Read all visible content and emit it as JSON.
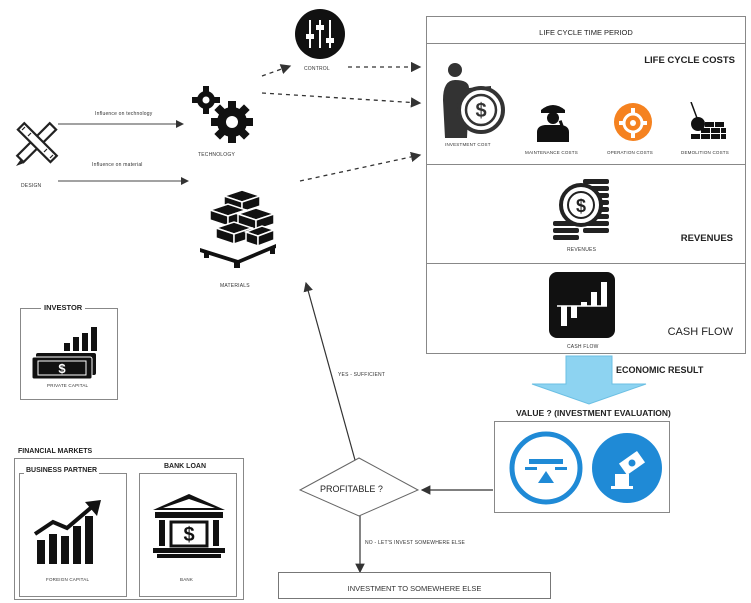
{
  "design": {
    "label": "DESIGN"
  },
  "technology": {
    "label": "TECHNOLOGY"
  },
  "control": {
    "label": "CONTROL"
  },
  "materials": {
    "label": "MATERIALS"
  },
  "edges": {
    "design_tech": "Influence on technology",
    "design_materials": "Influence on material",
    "profit_yes": "YES - SUFFICIENT",
    "profit_no": "NO - LET'S INVEST SOMEWHERE ELSE"
  },
  "lifecycle": {
    "period_title": "LIFE CYCLE TIME PERIOD",
    "costs_title": "LIFE CYCLE COSTS",
    "cost_items": [
      "INVESTMENT COST",
      "MAINTENANCE COSTS",
      "OPERATION COSTS",
      "DEMOLITION COSTS"
    ],
    "revenues_title": "REVENUES",
    "revenues_caption": "REVENUES",
    "cashflow_title": "CASH FLOW",
    "cashflow_caption": "CASH FLOW"
  },
  "economic_result": "ECONOMIC RESULT",
  "value_title": "VALUE ? (INVESTMENT EVALUATION)",
  "profitable": "PROFITABLE ?",
  "elsewhere": "INVESTMENT TO SOMEWHERE ELSE",
  "investor": {
    "title": "INVESTOR",
    "caption": "PRIVATE CAPITAL"
  },
  "financial_markets": {
    "title": "FINANCIAL MARKETS",
    "partner_title": "BUSINESS PARTNER",
    "partner_caption": "FOREIGN CAPITAL",
    "bank_title": "BANK LOAN",
    "bank_caption": "BANK"
  },
  "colors": {
    "arrow_blue": "#8dd3f1",
    "badge_blue": "#1f8ad6",
    "operation_orange": "#f58220"
  }
}
